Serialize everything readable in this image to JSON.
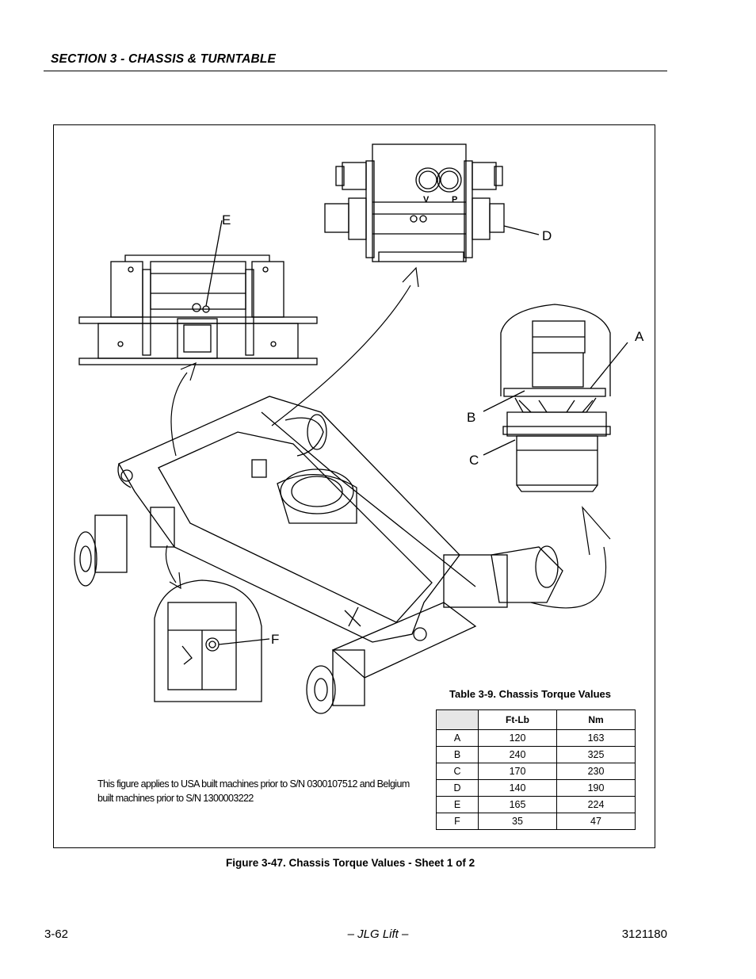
{
  "header": {
    "section_title": "SECTION 3 - CHASSIS & TURNTABLE"
  },
  "figure": {
    "callouts": {
      "a": "A",
      "b": "B",
      "c": "C",
      "d": "D",
      "e": "E",
      "f": "F"
    },
    "valve_labels": {
      "v": "V",
      "p": "P"
    },
    "note": "This figure applies to USA built machines prior to S/N 0300107512 and Belgium built machines prior to S/N 1300003222",
    "caption": "Figure 3-47.  Chassis Torque Values - Sheet 1 of 2"
  },
  "torque_table": {
    "title": "Table 3-9. Chassis Torque Values",
    "columns": [
      "",
      "Ft-Lb",
      "Nm"
    ],
    "rows": [
      {
        "key": "A",
        "ftlb": "120",
        "nm": "163"
      },
      {
        "key": "B",
        "ftlb": "240",
        "nm": "325"
      },
      {
        "key": "C",
        "ftlb": "170",
        "nm": "230"
      },
      {
        "key": "D",
        "ftlb": "140",
        "nm": "190"
      },
      {
        "key": "E",
        "ftlb": "165",
        "nm": "224"
      },
      {
        "key": "F",
        "ftlb": "35",
        "nm": "47"
      }
    ]
  },
  "footer": {
    "page_number": "3-62",
    "center": "– JLG Lift –",
    "doc_number": "3121180"
  }
}
